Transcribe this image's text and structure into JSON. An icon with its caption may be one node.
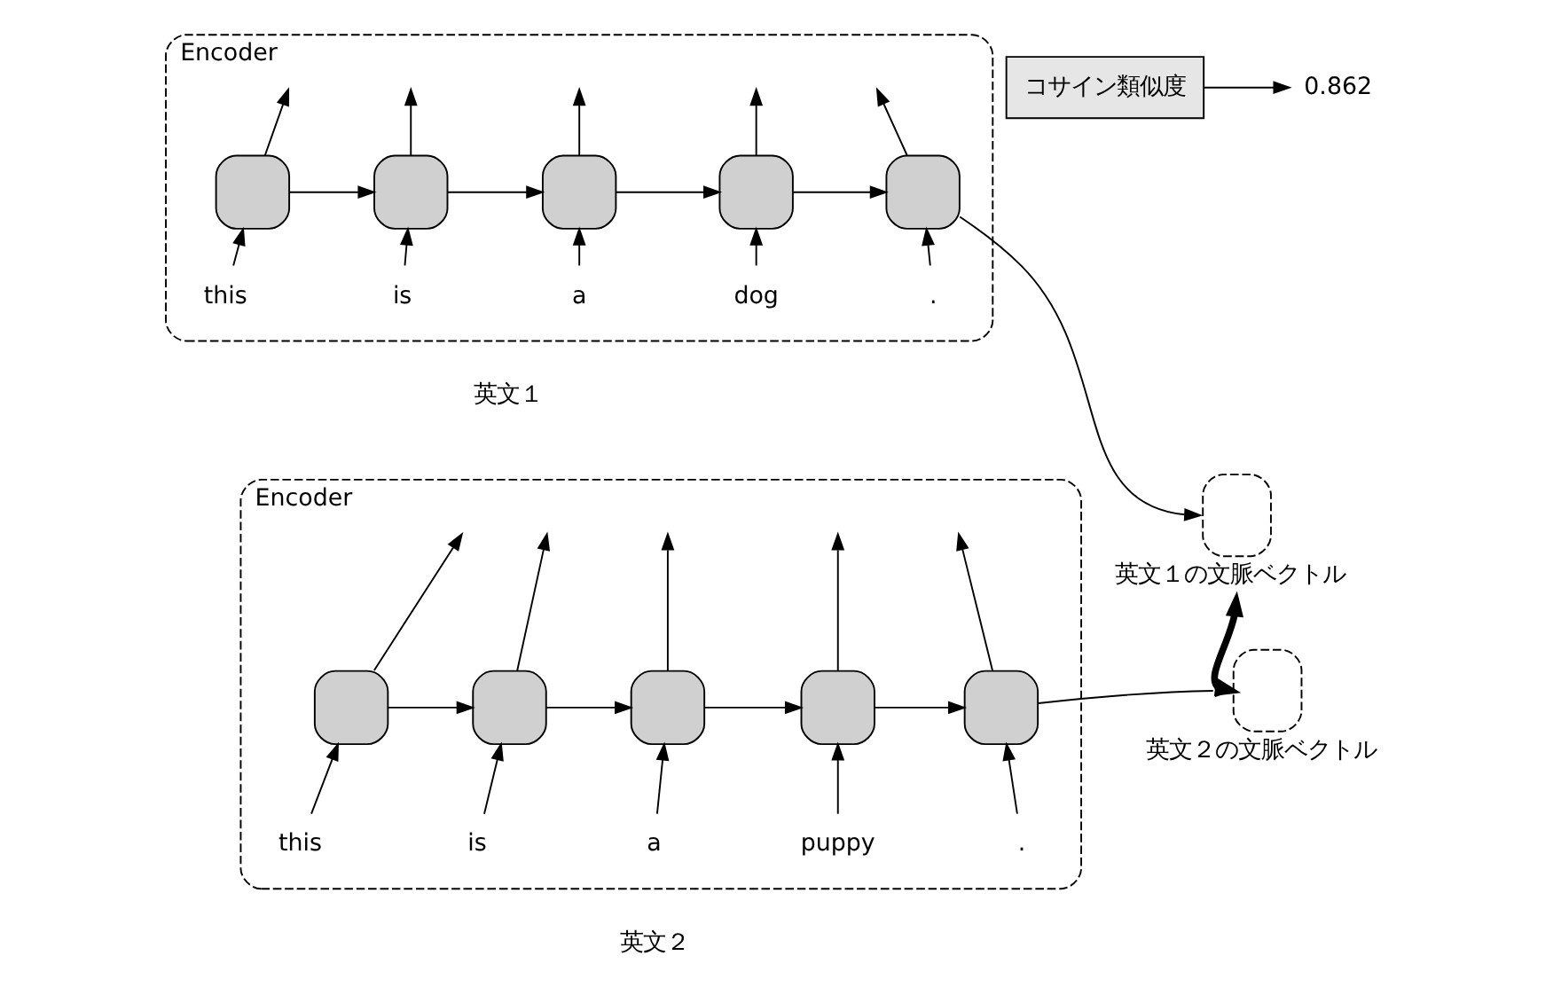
{
  "diagram": {
    "nodes": [
      {
        "text": [
          "Encoder"
        ]
      },
      {
        "text": [],
        "shape": "box",
        "in": 0
      },
      {
        "text": [],
        "shape": "box",
        "in": 0
      },
      {
        "text": [],
        "shape": "box",
        "in": 0
      },
      {
        "text": [],
        "shape": "box",
        "in": 0
      },
      {
        "text": [],
        "shape": "box",
        "in": 0
      },
      {
        "text": [
          "this"
        ],
        "in": 0
      },
      {
        "text": [
          "is"
        ],
        "in": 0
      },
      {
        "text": [
          "a"
        ],
        "in": 0
      },
      {
        "text": [
          "dog"
        ],
        "in": 0
      },
      {
        "text": [
          "."
        ],
        "in": 0
      },
      {
        "text": [],
        "shape": "bracket",
        "beside": [
          "英文１の文脈ベクトル"
        ]
      },
      {
        "text": [
          "Encoder"
        ]
      },
      {
        "text": [],
        "shape": "box",
        "in": 12
      },
      {
        "text": [],
        "shape": "box",
        "in": 12
      },
      {
        "text": [],
        "shape": "box",
        "in": 12
      },
      {
        "text": [],
        "shape": "box",
        "in": 12
      },
      {
        "text": [],
        "shape": "box",
        "in": 12
      },
      {
        "text": [
          "this"
        ],
        "in": 12
      },
      {
        "text": [
          "is"
        ],
        "in": 12
      },
      {
        "text": [
          "a"
        ],
        "in": 12
      },
      {
        "text": [
          "puppy"
        ],
        "in": 12
      },
      {
        "text": [
          "."
        ],
        "in": 12
      },
      {
        "text": [],
        "shape": "bracket",
        "beside": [
          "英文２の文脈ベクトル"
        ]
      },
      {
        "text": [
          "コサイン類似度"
        ]
      },
      {
        "text": [
          "0.862"
        ]
      }
    ],
    "edges": [
      {
        "from": 6,
        "to": 1,
        "arrow": "to"
      },
      {
        "from": 7,
        "to": 2,
        "arrow": "to"
      },
      {
        "from": 8,
        "to": 3,
        "arrow": "to"
      },
      {
        "from": 9,
        "to": 4,
        "arrow": "to"
      },
      {
        "from": 10,
        "to": 5,
        "arrow": "to"
      },
      {
        "from": 1,
        "to": null,
        "arrow": "to"
      },
      {
        "from": 2,
        "to": null,
        "arrow": "to"
      },
      {
        "from": 3,
        "to": null,
        "arrow": "to"
      },
      {
        "from": 4,
        "to": null,
        "arrow": "to"
      },
      {
        "from": 5,
        "to": null,
        "arrow": "to"
      },
      {
        "from": 1,
        "to": 2,
        "arrow": "to"
      },
      {
        "from": 2,
        "to": 3,
        "arrow": "to"
      },
      {
        "from": 3,
        "to": 4,
        "arrow": "to"
      },
      {
        "from": 4,
        "to": 5,
        "arrow": "to"
      },
      {
        "from": 5,
        "to": 11,
        "arrow": "to"
      },
      {
        "from": 18,
        "to": 13,
        "arrow": "to"
      },
      {
        "from": 19,
        "to": 14,
        "arrow": "to"
      },
      {
        "from": 20,
        "to": 15,
        "arrow": "to"
      },
      {
        "from": 21,
        "to": 16,
        "arrow": "to"
      },
      {
        "from": 22,
        "to": 17,
        "arrow": "to"
      },
      {
        "from": 13,
        "to": null,
        "arrow": "to"
      },
      {
        "from": 14,
        "to": null,
        "arrow": "to"
      },
      {
        "from": 15,
        "to": null,
        "arrow": "to"
      },
      {
        "from": 16,
        "to": null,
        "arrow": "to"
      },
      {
        "from": 17,
        "to": null,
        "arrow": "to"
      },
      {
        "from": 13,
        "to": 14,
        "arrow": "to"
      },
      {
        "from": 14,
        "to": 15,
        "arrow": "to"
      },
      {
        "from": 15,
        "to": 16,
        "arrow": "to"
      },
      {
        "from": 16,
        "to": 17,
        "arrow": "to"
      },
      {
        "from": 17,
        "to": 23,
        "arrow": "to"
      },
      {
        "from": 11,
        "to": 23,
        "arrow": "both",
        "style": "thick"
      },
      {
        "from": 24,
        "to": 25,
        "arrow": "to"
      }
    ],
    "labels": [
      "英文１",
      "英文２"
    ]
  }
}
